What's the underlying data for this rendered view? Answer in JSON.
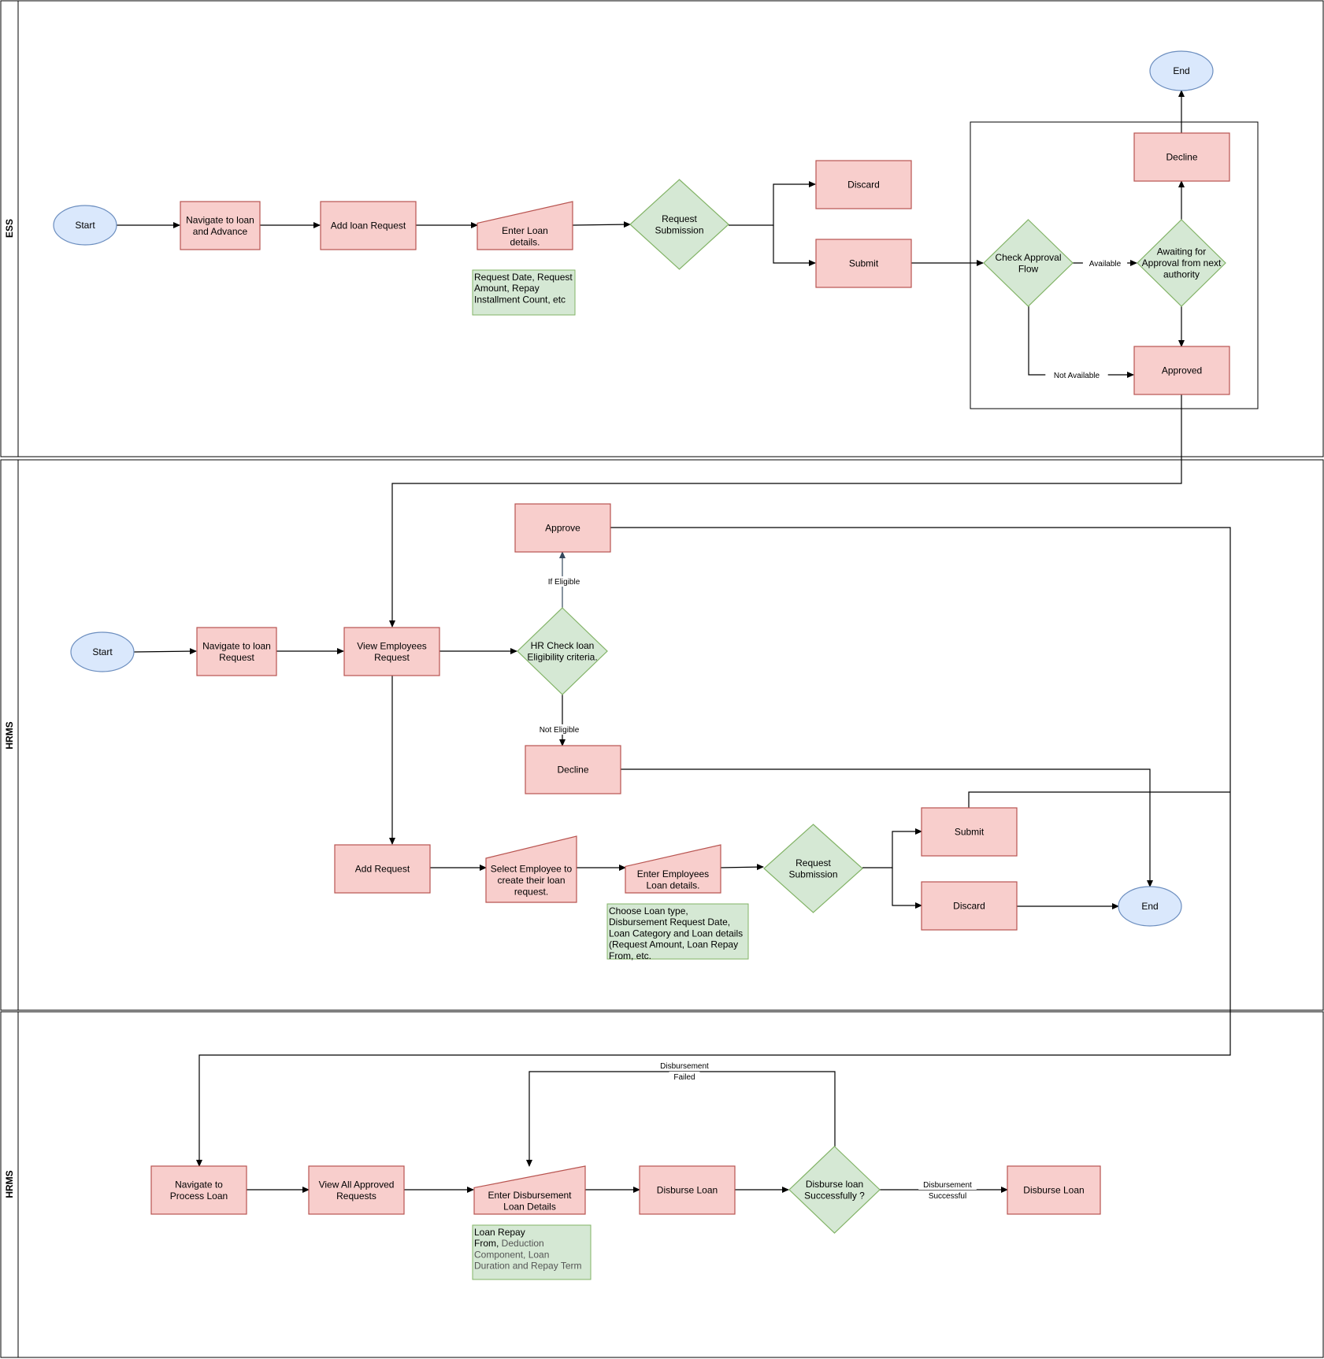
{
  "lanes": [
    {
      "id": "ess",
      "label": "ESS"
    },
    {
      "id": "hrms1",
      "label": "HRMS"
    },
    {
      "id": "hrms2",
      "label": "HRMS"
    }
  ],
  "colors": {
    "process_fill": "#f8cecc",
    "process_stroke": "#b85450",
    "decision_fill": "#d5e8d4",
    "decision_stroke": "#82b366",
    "terminal_fill": "#dae8fc",
    "terminal_stroke": "#6c8ebf",
    "note_fill": "#d5e8d4",
    "note_stroke": "#82b366",
    "note_soft_text": "#555555"
  },
  "nodes": {
    "ess_start": {
      "shape": "terminal",
      "lines": [
        "Start"
      ]
    },
    "ess_nav": {
      "shape": "process",
      "lines": [
        "Navigate to loan",
        "and Advance"
      ]
    },
    "ess_add": {
      "shape": "process",
      "lines": [
        "Add loan Request"
      ]
    },
    "ess_enter": {
      "shape": "manual-input",
      "lines": [
        "Enter Loan",
        "details."
      ]
    },
    "ess_reqsub": {
      "shape": "decision",
      "lines": [
        "Request",
        "Submission"
      ]
    },
    "ess_discard": {
      "shape": "process",
      "lines": [
        "Discard"
      ]
    },
    "ess_submit": {
      "shape": "process",
      "lines": [
        "Submit"
      ]
    },
    "ess_check": {
      "shape": "decision",
      "lines": [
        "Check Approval",
        "Flow"
      ]
    },
    "ess_await": {
      "shape": "decision",
      "lines": [
        "Awaiting for",
        "Approval from next",
        "authority"
      ]
    },
    "ess_decline": {
      "shape": "process",
      "lines": [
        "Decline"
      ]
    },
    "ess_end": {
      "shape": "terminal",
      "lines": [
        "End"
      ]
    },
    "ess_approved": {
      "shape": "process",
      "lines": [
        "Approved"
      ]
    },
    "h1_start": {
      "shape": "terminal",
      "lines": [
        "Start"
      ]
    },
    "h1_nav": {
      "shape": "process",
      "lines": [
        "Navigate to loan",
        "Request"
      ]
    },
    "h1_view": {
      "shape": "process",
      "lines": [
        "View Employees",
        "Request"
      ]
    },
    "h1_check": {
      "shape": "decision",
      "lines": [
        "HR Check loan",
        "Eligibility criteria."
      ]
    },
    "h1_approve": {
      "shape": "process",
      "lines": [
        "Approve"
      ]
    },
    "h1_decline": {
      "shape": "process",
      "lines": [
        "Decline"
      ]
    },
    "h1_add": {
      "shape": "process",
      "lines": [
        "Add Request"
      ]
    },
    "h1_select": {
      "shape": "manual-input",
      "lines": [
        "Select Employee to",
        "create their loan",
        "request."
      ]
    },
    "h1_enter": {
      "shape": "manual-input",
      "lines": [
        "Enter Employees",
        "Loan details."
      ]
    },
    "h1_reqsub": {
      "shape": "decision",
      "lines": [
        "Request",
        "Submission"
      ]
    },
    "h1_submit": {
      "shape": "process",
      "lines": [
        "Submit"
      ]
    },
    "h1_discard": {
      "shape": "process",
      "lines": [
        "Discard"
      ]
    },
    "h1_end": {
      "shape": "terminal",
      "lines": [
        "End"
      ]
    },
    "h2_nav": {
      "shape": "process",
      "lines": [
        "Navigate to",
        "Process Loan"
      ]
    },
    "h2_view": {
      "shape": "process",
      "lines": [
        "View  All Approved",
        "Requests"
      ]
    },
    "h2_enter": {
      "shape": "manual-input",
      "lines": [
        "Enter Disbursement",
        "Loan Details"
      ]
    },
    "h2_disburse": {
      "shape": "process",
      "lines": [
        "Disburse Loan"
      ]
    },
    "h2_check": {
      "shape": "decision",
      "lines": [
        "Disburse loan",
        "Successfully ?"
      ]
    },
    "h2_done": {
      "shape": "process",
      "lines": [
        "Disburse Loan"
      ]
    }
  },
  "notes": {
    "note_ess": {
      "lines": [
        [
          "Request Date, Request",
          ""
        ],
        [
          "Amount, Repay",
          ""
        ],
        [
          "Installment Count, etc",
          ""
        ]
      ]
    },
    "note_h1": {
      "lines": [
        [
          "Choose Loan type,",
          ""
        ],
        [
          "Disbursement Request Date,",
          ""
        ],
        [
          "Loan Category and Loan details",
          ""
        ],
        [
          "(Request Amount, Loan Repay",
          ""
        ],
        [
          "From, etc.",
          ""
        ]
      ]
    },
    "note_h2": {
      "lines": [
        [
          "Loan Repay",
          ""
        ],
        [
          "From,",
          " Deduction"
        ],
        [
          "",
          "Component, Loan"
        ],
        [
          "",
          "Duration and Repay Term"
        ]
      ]
    }
  },
  "edge_labels": {
    "available": "Available",
    "not_available": "Not Available",
    "if_eligible": "If  Eligible",
    "not_eligible": "Not  Eligible",
    "disb_failed": [
      "Disbursement",
      "Failed"
    ],
    "disb_success": [
      "Disbursement",
      "Successful"
    ]
  }
}
